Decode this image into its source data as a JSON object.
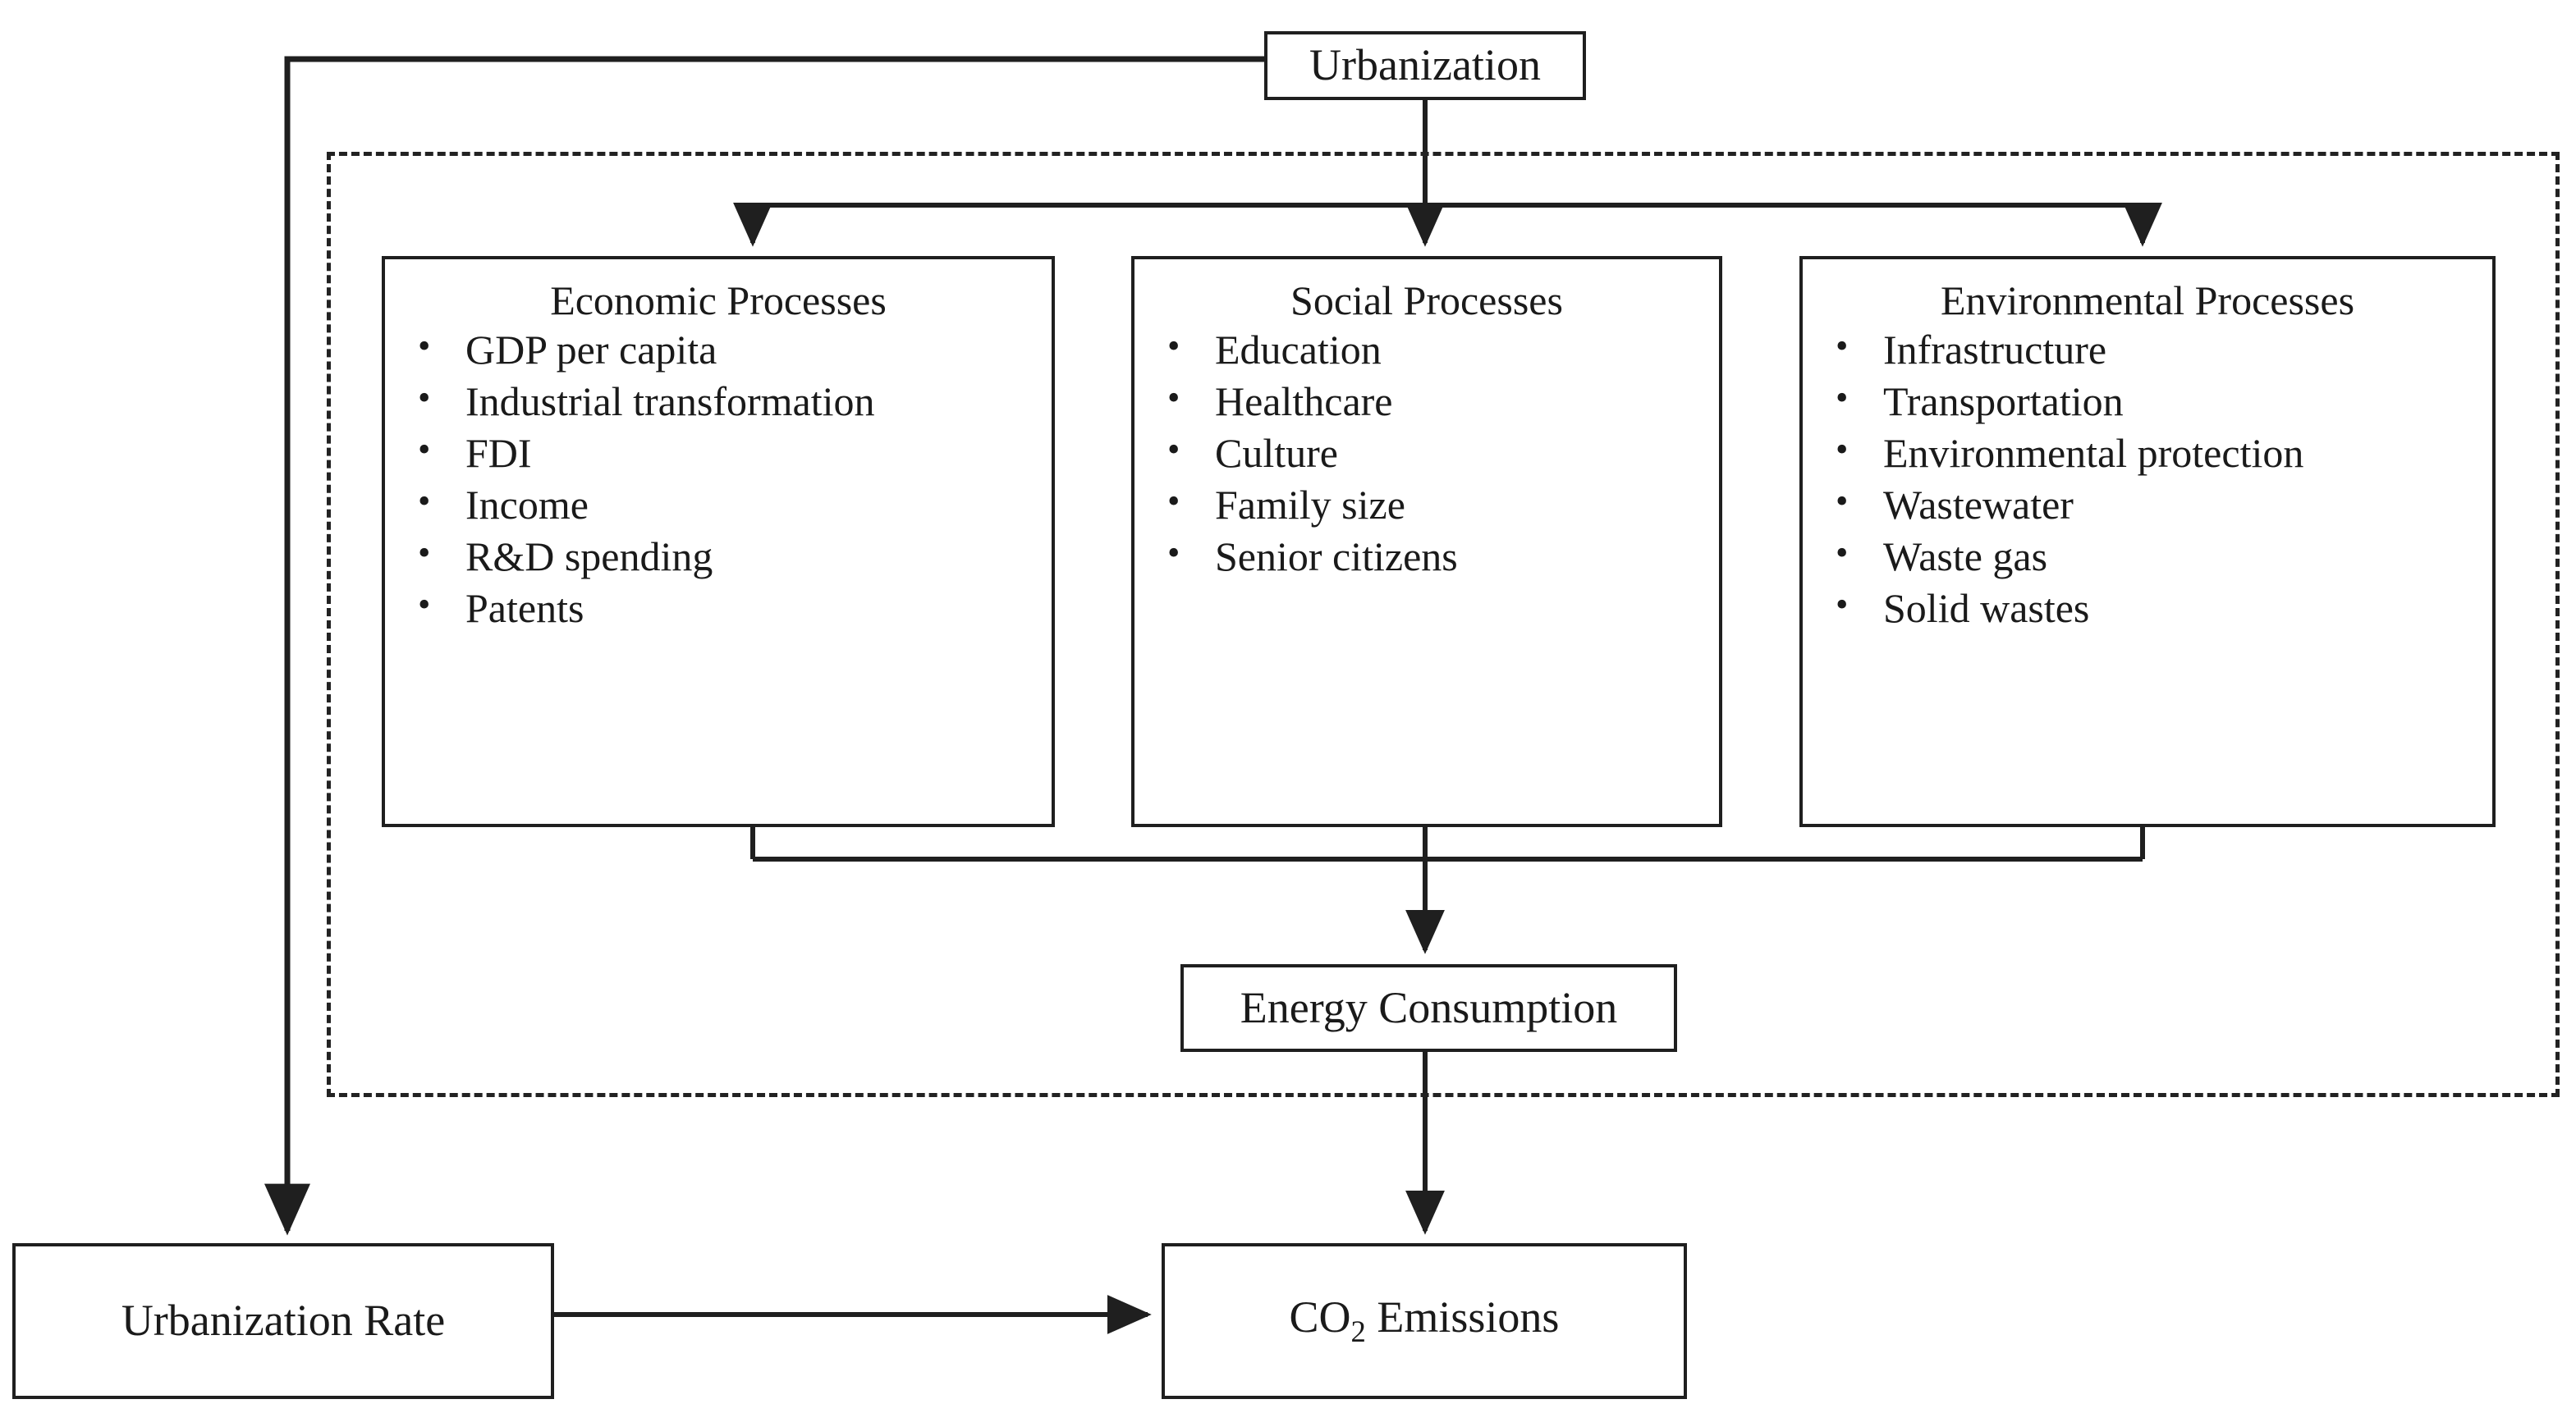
{
  "diagram": {
    "title": "Urbanization, processes, energy consumption and CO2 emissions framework",
    "type": "flowchart",
    "line_color": "#1f1f1f",
    "background_color": "#ffffff",
    "group_border_style": "dashed"
  },
  "nodes": {
    "urbanization": {
      "label": "Urbanization"
    },
    "economic": {
      "heading": "Economic Processes",
      "items": [
        "GDP per capita",
        "Industrial transformation",
        "FDI",
        "Income",
        "R&D spending",
        "Patents"
      ]
    },
    "social": {
      "heading": "Social Processes",
      "items": [
        "Education",
        "Healthcare",
        "Culture",
        "Family size",
        "Senior citizens"
      ]
    },
    "environmental": {
      "heading": "Environmental Processes",
      "items": [
        "Infrastructure",
        "Transportation",
        "Environmental protection",
        "Wastewater",
        "Waste gas",
        "Solid wastes"
      ]
    },
    "energy": {
      "label": "Energy Consumption"
    },
    "urbanization_rate": {
      "label": "Urbanization Rate"
    },
    "co2": {
      "label_prefix": "CO",
      "label_subscript": "2",
      "label_suffix": " Emissions"
    }
  },
  "edges": [
    {
      "from": "urbanization",
      "to": "urbanization_rate",
      "style": "elbow-left-down",
      "arrow": true
    },
    {
      "from": "urbanization",
      "to": "economic",
      "style": "split-down",
      "arrow": true
    },
    {
      "from": "urbanization",
      "to": "social",
      "style": "straight-down",
      "arrow": true
    },
    {
      "from": "urbanization",
      "to": "environmental",
      "style": "split-down",
      "arrow": true
    },
    {
      "from": "economic",
      "to": "energy",
      "style": "merge-down",
      "arrow": true
    },
    {
      "from": "social",
      "to": "energy",
      "style": "merge-down",
      "arrow": true
    },
    {
      "from": "environmental",
      "to": "energy",
      "style": "merge-down",
      "arrow": true
    },
    {
      "from": "energy",
      "to": "co2",
      "style": "straight-down",
      "arrow": true
    },
    {
      "from": "urbanization_rate",
      "to": "co2",
      "style": "straight-right",
      "arrow": true
    }
  ]
}
